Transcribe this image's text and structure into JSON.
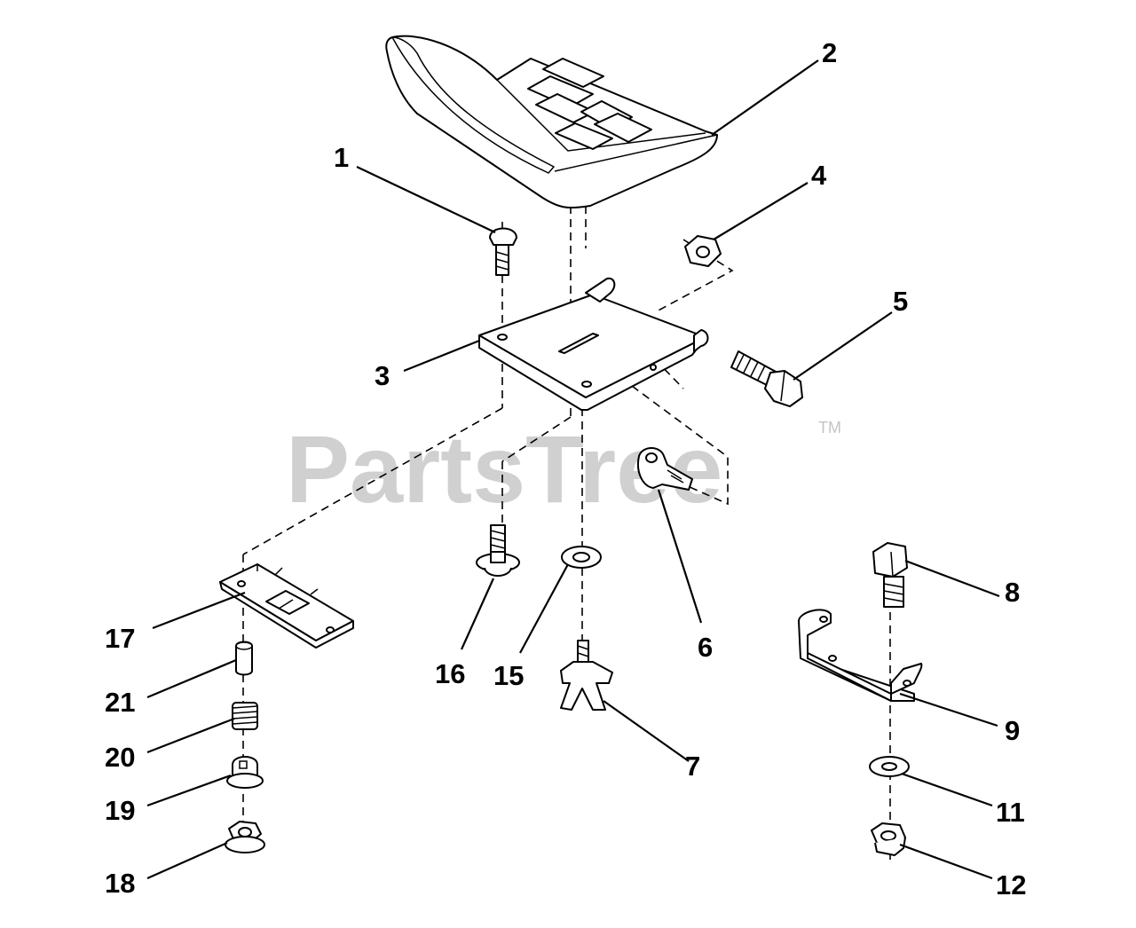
{
  "watermark": {
    "text": "PartsTree",
    "trademark": "TM"
  },
  "callouts": [
    "1",
    "2",
    "3",
    "4",
    "5",
    "6",
    "7",
    "8",
    "9",
    "11",
    "12",
    "15",
    "16",
    "17",
    "18",
    "19",
    "20",
    "21"
  ]
}
